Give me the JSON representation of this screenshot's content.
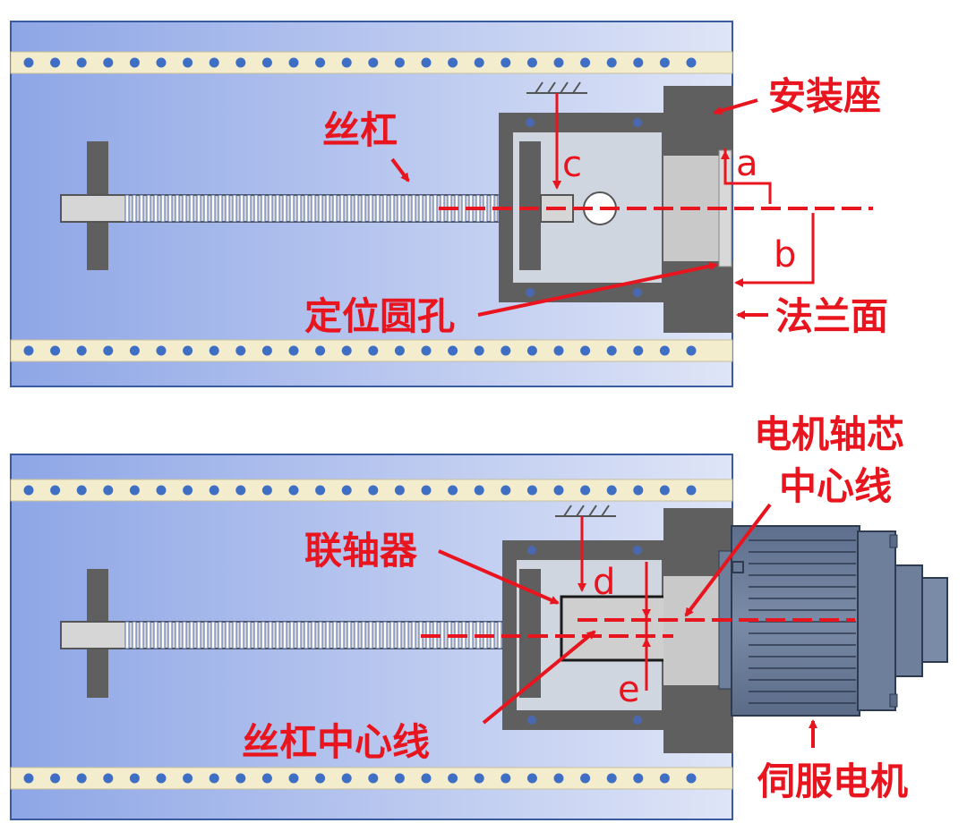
{
  "labels": {
    "top": {
      "mounting_seat": "安装座",
      "lead_screw": "丝杠",
      "positioning_hole": "定位圆孔",
      "flange_face": "法兰面",
      "dim_a": "a",
      "dim_b": "b",
      "dim_c": "c"
    },
    "bottom": {
      "motor_shaft_center_line_1": "电机轴芯",
      "motor_shaft_center_line_2": "中心线",
      "coupling": "联轴器",
      "lead_screw_center_line": "丝杠中心线",
      "servo_motor": "伺服电机",
      "dim_d": "d",
      "dim_e": "e"
    }
  },
  "colors": {
    "annotation_red": "#e8141e",
    "panel_blue_left": "#8ea6e6",
    "panel_blue_right": "#dde4f7",
    "housing_gray": "#5f5f5f",
    "motor_slate": "#6b7d99",
    "rail_cream": "#f3eccd",
    "rail_dot": "#3f6fc4"
  }
}
